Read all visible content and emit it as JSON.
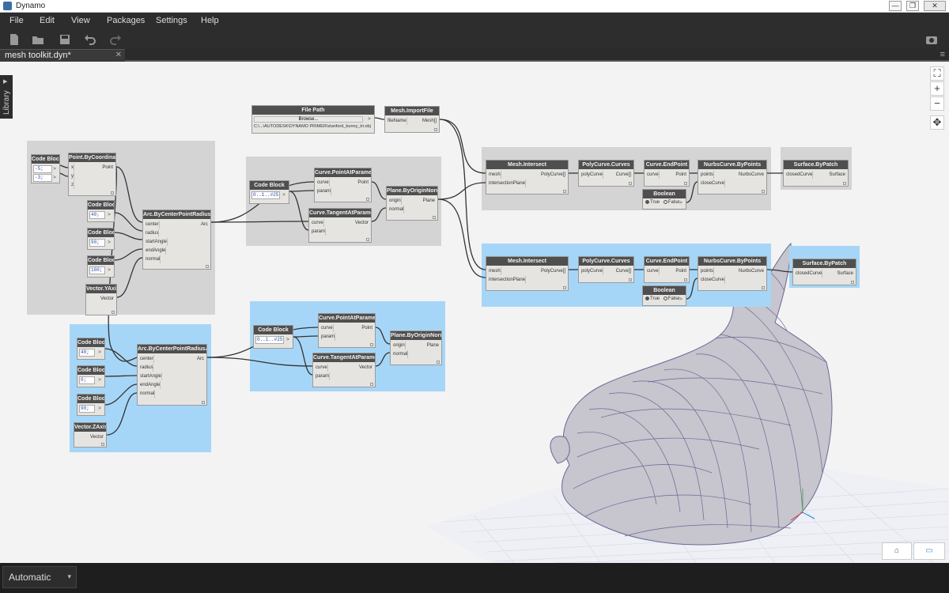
{
  "window": {
    "title": "Dynamo",
    "minimize": "—",
    "restore": "❐",
    "close": "✕"
  },
  "menu": [
    "File",
    "Edit",
    "View",
    "Packages",
    "Settings",
    "Help"
  ],
  "toolbar": {
    "icons": [
      "new-file-icon",
      "open-folder-icon",
      "save-icon",
      "undo-icon",
      "redo-icon",
      "camera-icon"
    ]
  },
  "tab": {
    "label": "mesh toolkit.dyn*",
    "close": "✕",
    "menu": "≡"
  },
  "library": {
    "label": "Library"
  },
  "zoom": {
    "fit": "⛶",
    "in": "+",
    "out": "−",
    "pan": "✥"
  },
  "run": {
    "mode": "Automatic",
    "arrow": "▾"
  },
  "view_toggle": {
    "geometry": "⌂",
    "graph": "▭"
  },
  "nodes": {
    "cb1": {
      "title": "Code Block",
      "lines": [
        "-5;",
        "-3;"
      ],
      "arrow": ">"
    },
    "pbc": {
      "title": "Point.ByCoordinates",
      "inputs": [
        "x",
        "y",
        "z"
      ],
      "output": "Point"
    },
    "cb2": {
      "title": "Code Block",
      "lines": [
        "40;"
      ],
      "arrow": ">"
    },
    "cb3": {
      "title": "Code Block",
      "lines": [
        "90;"
      ],
      "arrow": ">"
    },
    "cb4": {
      "title": "Code Block",
      "lines": [
        "180;"
      ],
      "arrow": ">"
    },
    "vy": {
      "title": "Vector.YAxis",
      "output": "Vector"
    },
    "arc1": {
      "title": "Arc.ByCenterPointRadiusAngle",
      "inputs": [
        "center",
        "radius",
        "startAngle",
        "endAngle",
        "normal"
      ],
      "output": "Arc"
    },
    "cb5": {
      "title": "Code Block",
      "lines": [
        "0..1..#25;"
      ],
      "arrow": ">"
    },
    "cpa1": {
      "title": "Curve.PointAtParameter",
      "inputs": [
        "curve",
        "param"
      ],
      "output": "Point"
    },
    "cta1": {
      "title": "Curve.TangentAtParameter",
      "inputs": [
        "curve",
        "param"
      ],
      "output": "Vector"
    },
    "pon1": {
      "title": "Plane.ByOriginNormal",
      "inputs": [
        "origin",
        "normal"
      ],
      "output": "Plane"
    },
    "fp": {
      "title": "File Path",
      "button": "Browse...",
      "arrow": ">",
      "path": "C:\\...\\AUTODESK\\DYNAMO PRIMER\\stanford_bunny_tri.obj"
    },
    "mif": {
      "title": "Mesh.ImportFile",
      "inputs": [
        "fileName"
      ],
      "output": "Mesh[]"
    },
    "mi1": {
      "title": "Mesh.Intersect",
      "inputs": [
        "mesh",
        "intersectionPlane"
      ],
      "output": "PolyCurve[]"
    },
    "pcc1": {
      "title": "PolyCurve.Curves",
      "inputs": [
        "polyCurve"
      ],
      "output": "Curve[]"
    },
    "cep1": {
      "title": "Curve.EndPoint",
      "inputs": [
        "curve"
      ],
      "output": "Point"
    },
    "bool1": {
      "title": "Boolean",
      "true": "True",
      "false": "False",
      "arrow": ">"
    },
    "nbp1": {
      "title": "NurbsCurve.ByPoints",
      "inputs": [
        "points",
        "closeCurve"
      ],
      "output": "NurbsCurve"
    },
    "sbp1": {
      "title": "Surface.ByPatch",
      "inputs": [
        "closedCurve"
      ],
      "output": "Surface"
    },
    "mi2": {
      "title": "Mesh.Intersect",
      "inputs": [
        "mesh",
        "intersectionPlane"
      ],
      "output": "PolyCurve[]"
    },
    "pcc2": {
      "title": "PolyCurve.Curves",
      "inputs": [
        "polyCurve"
      ],
      "output": "Curve[]"
    },
    "cep2": {
      "title": "Curve.EndPoint",
      "inputs": [
        "curve"
      ],
      "output": "Point"
    },
    "bool2": {
      "title": "Boolean",
      "true": "True",
      "false": "False",
      "arrow": ">"
    },
    "nbp2": {
      "title": "NurbsCurve.ByPoints",
      "inputs": [
        "points",
        "closeCurve"
      ],
      "output": "NurbsCurve"
    },
    "sbp2": {
      "title": "Surface.ByPatch",
      "inputs": [
        "closedCurve"
      ],
      "output": "Surface"
    },
    "cb6": {
      "title": "Code Block",
      "lines": [
        "40;"
      ],
      "arrow": ">"
    },
    "cb7": {
      "title": "Code Block",
      "lines": [
        "0;"
      ],
      "arrow": ">"
    },
    "cb8": {
      "title": "Code Block",
      "lines": [
        "90;"
      ],
      "arrow": ">"
    },
    "vz": {
      "title": "Vector.ZAxis",
      "output": "Vector"
    },
    "arc2": {
      "title": "Arc.ByCenterPointRadiusAngle",
      "inputs": [
        "center",
        "radius",
        "startAngle",
        "endAngle",
        "normal"
      ],
      "output": "Arc"
    },
    "cb9": {
      "title": "Code Block",
      "lines": [
        "0..1..#25;"
      ],
      "arrow": ">"
    },
    "cpa2": {
      "title": "Curve.PointAtParameter",
      "inputs": [
        "curve",
        "param"
      ],
      "output": "Point"
    },
    "cta2": {
      "title": "Curve.TangentAtParameter",
      "inputs": [
        "curve",
        "param"
      ],
      "output": "Vector"
    },
    "pon2": {
      "title": "Plane.ByOriginNormal",
      "inputs": [
        "origin",
        "normal"
      ],
      "output": "Plane"
    }
  }
}
